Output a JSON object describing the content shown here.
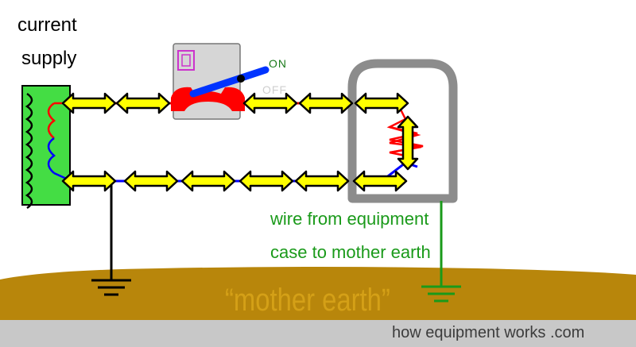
{
  "labels": {
    "supply_line1": "current",
    "supply_line2": "supply",
    "switch_on": "ON",
    "switch_off": "OFF",
    "ground_wire_line1": "wire from equipment",
    "ground_wire_line2": "case to mother earth",
    "earth": "“mother earth”",
    "credit": "how equipment works .com"
  },
  "colors": {
    "earth_fill": "#b8860b",
    "earth_text": "#d4a017",
    "footer_bar": "#c8c8c8",
    "footer_text": "#3c3c3c",
    "ground_wire": "#1a9a1a",
    "label_green": "#1a9a1a",
    "on_text": "#1a7a1a",
    "off_text": "#cfcfcf",
    "supply_box": "#44dd44",
    "arrow_fill": "#ffff00",
    "hot_wire": "#ff0000",
    "neutral_wire": "#0000ff",
    "equipment_case": "#8c8c8c",
    "switch_body": "#d6d6d6",
    "switch_handle": "#0033ff"
  },
  "icons": [
    "double-arrow-icon",
    "ground-symbol-icon",
    "coil-icon",
    "lamp-indicator-icon",
    "heating-element-icon"
  ]
}
